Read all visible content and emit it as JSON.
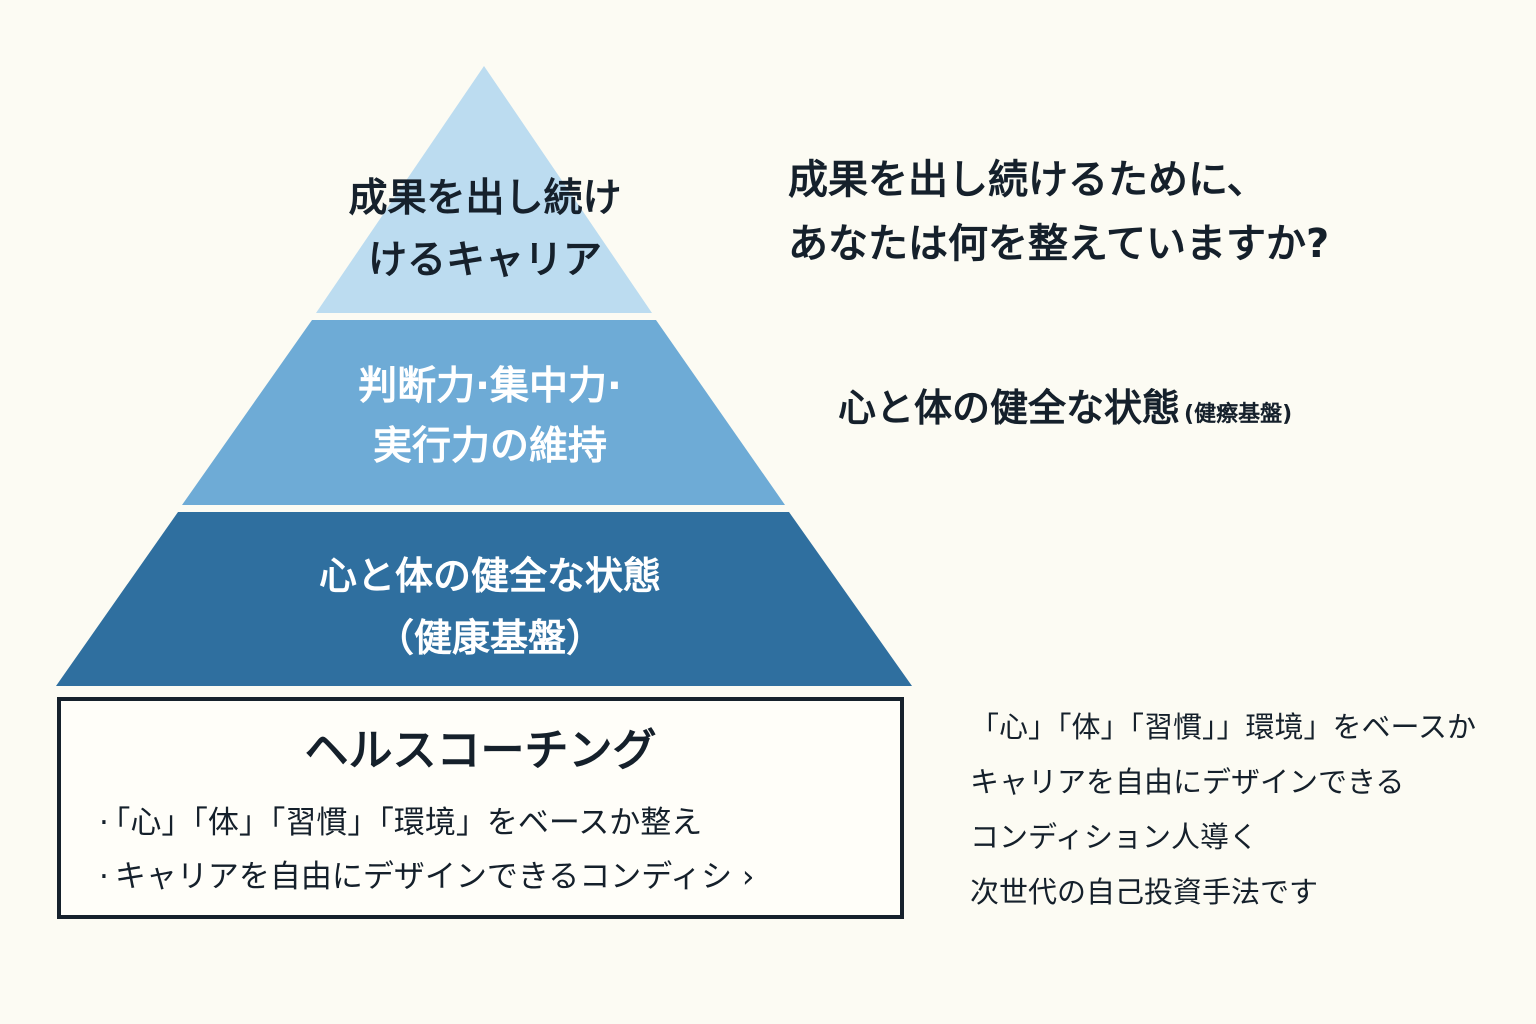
{
  "pyramid": {
    "colors": {
      "top": "#bcdcf0",
      "middle": "#6eabd6",
      "base": "#2f6f9f"
    },
    "top": {
      "lines": [
        "成果を出し続け",
        "けるキャリア"
      ]
    },
    "middle": {
      "lines": [
        "判断力·集中力·",
        "実行力の維持"
      ]
    },
    "base": {
      "lines": [
        "心と体の健全な状態",
        "（健康基盤）"
      ]
    }
  },
  "coaching": {
    "title": "ヘルスコーチング",
    "bullet_mark": "·",
    "bullets": [
      "「心」「体」「習慣」「環境」をベースか整え",
      "キャリアを自由にデザインできるコンディシ"
    ],
    "overflow_glyph": "›"
  },
  "question": {
    "lines": [
      "成果を出し続けるために、",
      "あなたは何を整えていますか?"
    ]
  },
  "health_label": {
    "main": "心と体の健全な状態",
    "sub": "(健瘵基盤)"
  },
  "description": {
    "lines": [
      "「心」「体」「習慣」」環境」をベースか",
      "キャリアを自由にデザインできる",
      "コンディション人導く",
      "次世代の自己投資手法です"
    ]
  }
}
